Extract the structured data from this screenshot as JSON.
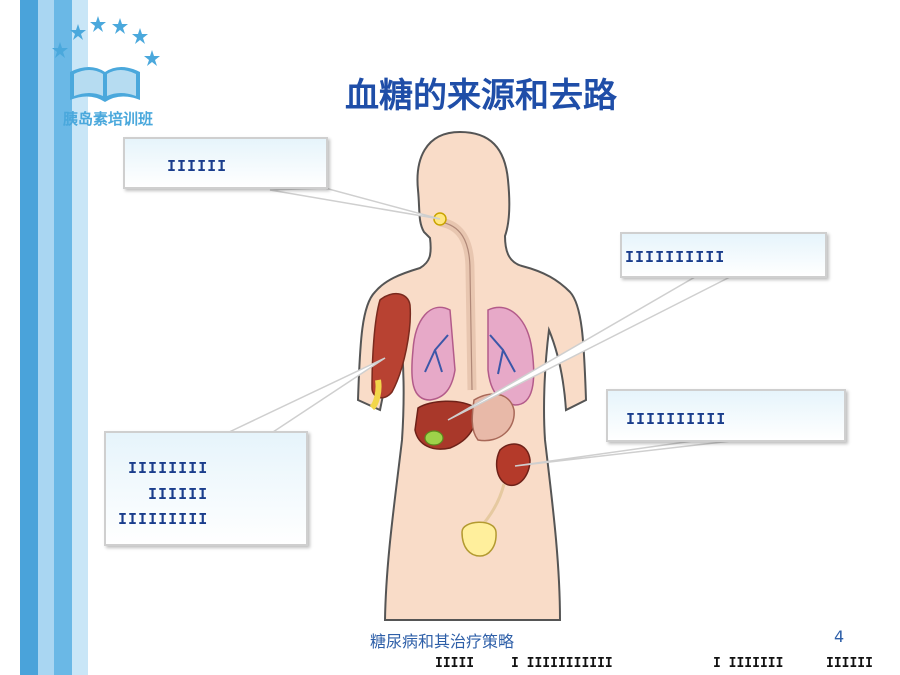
{
  "slide": {
    "title": "血糖的来源和去路",
    "logo_text": "胰岛素培训班",
    "footer_text": "糖尿病和其治疗策略",
    "page_number": "4"
  },
  "callouts": {
    "mouth": [
      "IIIIII"
    ],
    "liver": [
      "IIIIIIIIII"
    ],
    "kidney": [
      "IIIIIIIIII"
    ],
    "muscle": [
      "IIIIIIII",
      "IIIIII",
      "IIIIIIIII"
    ]
  },
  "bottom_marks": [
    "IIIII",
    "I IIIIIIIIIII",
    "I IIIIIII",
    "IIIIII"
  ],
  "colors": {
    "title": "#1f4ea8",
    "stripe_dark": "#4aa3da",
    "stripe_light": "#a9d6f2",
    "skin": "#f9dcc8",
    "outline": "#555555"
  }
}
